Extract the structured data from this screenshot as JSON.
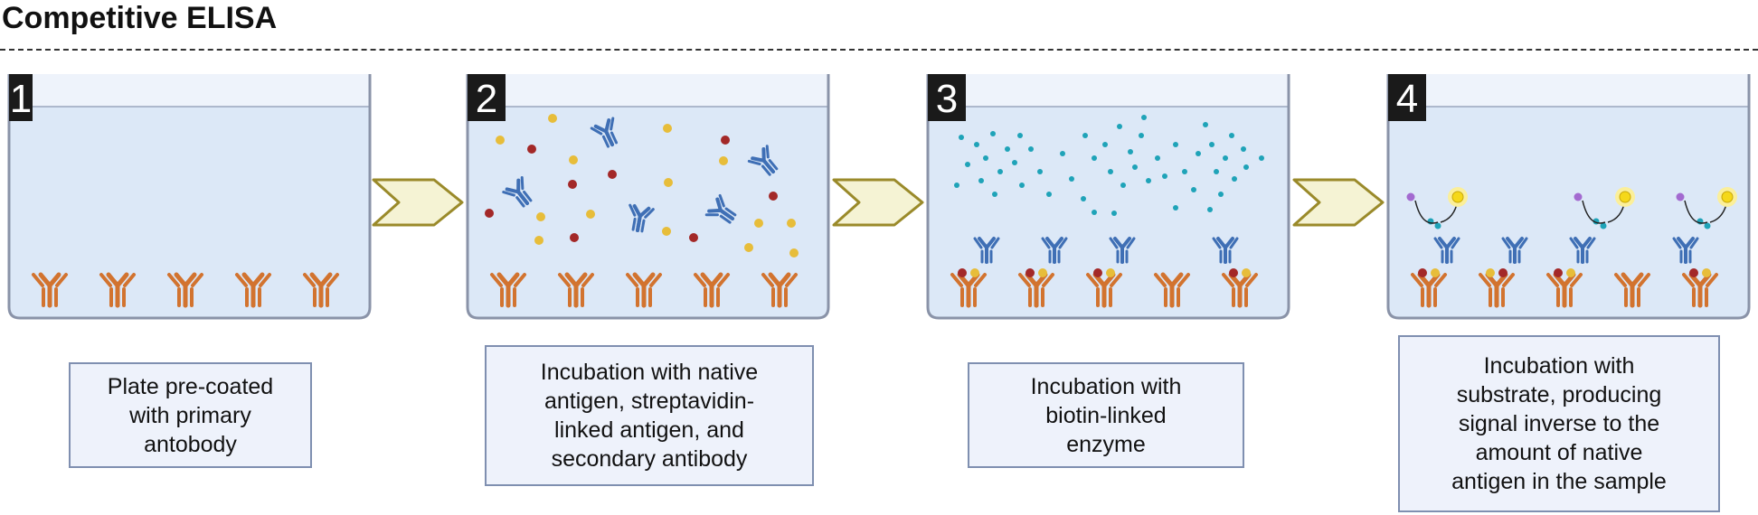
{
  "title": "Competitive ELISA",
  "steps": [
    {
      "number": "1",
      "caption": [
        "Plate pre-coated",
        "with primary",
        "antobody"
      ]
    },
    {
      "number": "2",
      "caption": [
        "Incubation with native",
        "antigen, streptavidin-",
        "linked antigen, and",
        "secondary antibody"
      ]
    },
    {
      "number": "3",
      "caption": [
        "Incubation with",
        "biotin-linked",
        "enzyme"
      ]
    },
    {
      "number": "4",
      "caption": [
        "Incubation with",
        "substrate, producing",
        "signal inverse to the",
        "amount of native",
        "antigen in the sample"
      ]
    }
  ],
  "colors": {
    "well_fill": "#dce8f7",
    "well_border": "#8a93a8",
    "primary_antibody": "#d2732f",
    "secondary_antibody": "#3f6fb5",
    "native_antigen": "#a32828",
    "linked_antigen": "#e7bd3a",
    "enzyme": "#1fa3b8",
    "substrate": "#a36ad0",
    "signal": "#f5d81a",
    "arrow_fill": "#f5f3d4",
    "arrow_border": "#9a8a2a",
    "label_box": "#1a1a1a"
  }
}
